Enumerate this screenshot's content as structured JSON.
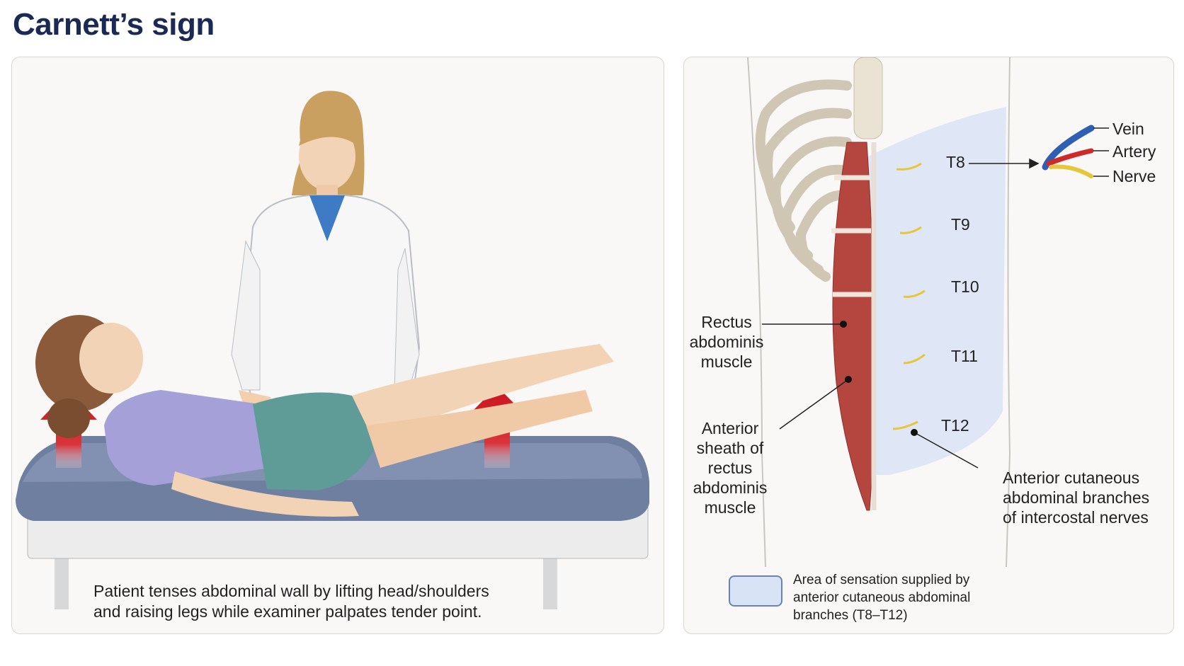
{
  "title": "Carnett’s sign",
  "left": {
    "caption_line1": "Patient tenses abdominal wall by lifting head/shoulders",
    "caption_line2": "and raising legs while examiner palpates tender point."
  },
  "right": {
    "nerve_levels": [
      "T8",
      "T9",
      "T10",
      "T11",
      "T12"
    ],
    "inset_labels": {
      "vein": "Vein",
      "artery": "Artery",
      "nerve": "Nerve"
    },
    "rectus_label": [
      "Rectus",
      "abdominis",
      "muscle"
    ],
    "sheath_label": [
      "Anterior",
      "sheath of",
      "rectus",
      "abdominis",
      "muscle"
    ],
    "cutaneous_label": [
      "Anterior cutaneous",
      "abdominal branches",
      "of intercostal nerves"
    ],
    "legend_text": [
      "Area of sensation supplied by",
      "anterior cutaneous abdominal",
      "branches (T8–T12)"
    ]
  },
  "colors": {
    "title": "#1b2a55",
    "arrow": "#c8141e",
    "sensation_area": "#d9e3f6",
    "muscle": "#b5463f",
    "nerve": "#e6c63a"
  }
}
